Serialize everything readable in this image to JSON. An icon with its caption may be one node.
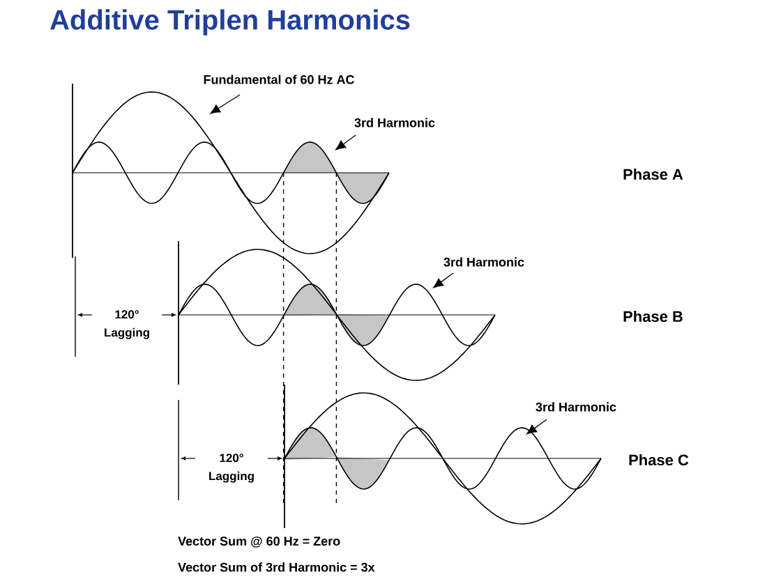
{
  "diagram": {
    "title": "Additive Triplen Harmonics",
    "nodes": [
      {
        "text": [
          "Fundamental of 60 Hz AC"
        ]
      },
      {
        "text": [
          "3rd Harmonic"
        ]
      },
      {
        "text": [
          "3rd Harmonic"
        ]
      },
      {
        "text": [
          "3rd Harmonic"
        ]
      }
    ],
    "edges": [
      {
        "from": 0,
        "to": null,
        "arrow": "to"
      },
      {
        "from": 1,
        "to": null,
        "arrow": "to"
      },
      {
        "from": 2,
        "to": null,
        "arrow": "to"
      },
      {
        "from": 3,
        "to": null,
        "arrow": "to"
      }
    ],
    "labels": [
      "Phase A",
      "120° Lagging",
      "Phase B",
      "120° Lagging",
      "Phase C",
      "Vector Sum @ 60 Hz = Zero",
      "Vector Sum of 3rd Harmonic = 3x"
    ]
  }
}
